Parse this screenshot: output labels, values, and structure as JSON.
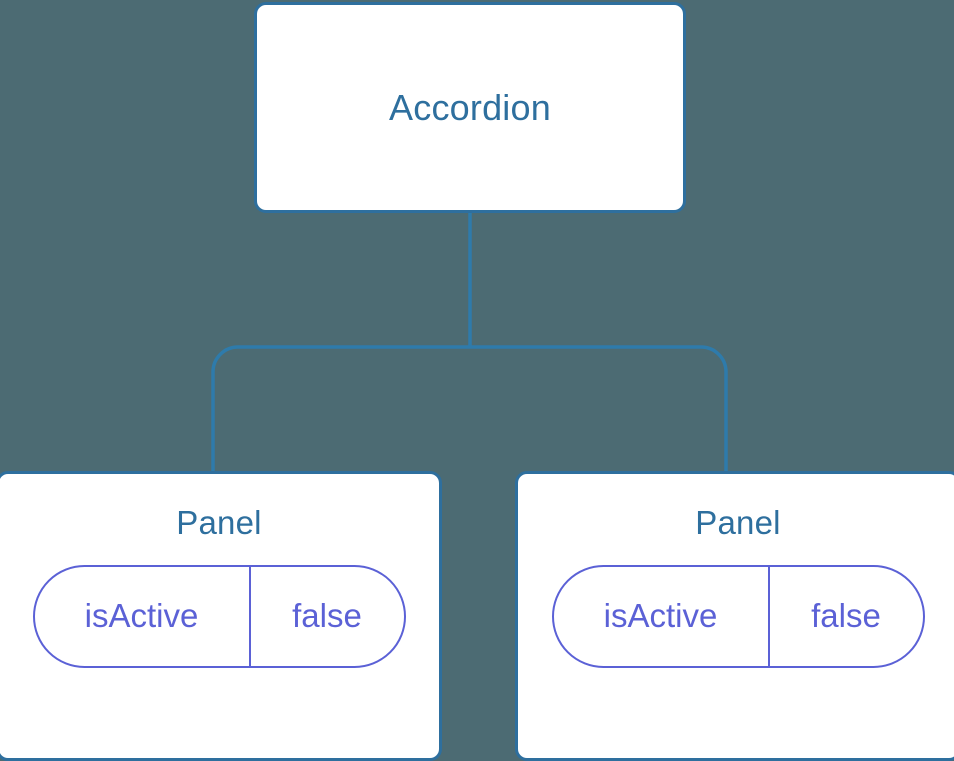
{
  "canvas": {
    "background_color": "#4c6b73",
    "node_border_color": "#2e6f9e",
    "node_fill_color": "#ffffff",
    "node_title_color": "#2e6f9e",
    "edge_color": "#2e7bab",
    "prop_color": "#5b61d6"
  },
  "tree": {
    "root": {
      "title": "Accordion"
    },
    "children": [
      {
        "title": "Panel",
        "props": [
          {
            "key": "isActive",
            "value": "false"
          }
        ]
      },
      {
        "title": "Panel",
        "props": [
          {
            "key": "isActive",
            "value": "false"
          }
        ]
      }
    ]
  }
}
